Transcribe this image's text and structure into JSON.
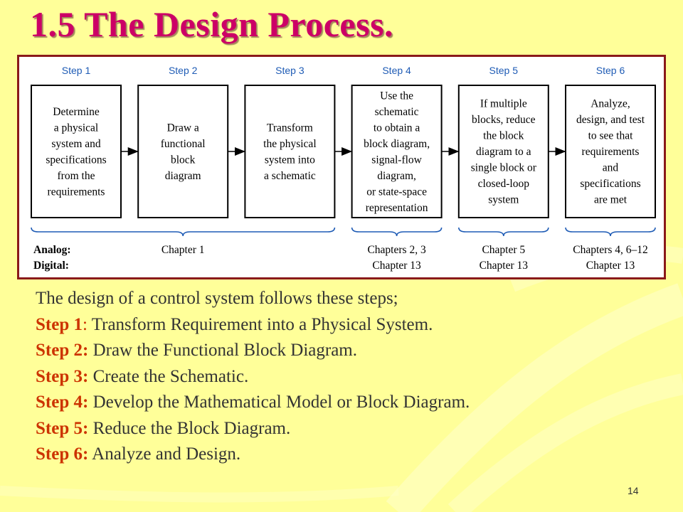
{
  "slide": {
    "title": "1.5 The Design Process.",
    "page_number": "14"
  },
  "diagram": {
    "steps": [
      {
        "label": "Step 1",
        "lines": [
          "Determine",
          "a physical",
          "system and",
          "specifications",
          "from the",
          "requirements"
        ]
      },
      {
        "label": "Step 2",
        "lines": [
          "Draw a",
          "functional",
          "block",
          "diagram"
        ]
      },
      {
        "label": "Step 3",
        "lines": [
          "Transform",
          "the physical",
          "system into",
          "a schematic"
        ]
      },
      {
        "label": "Step 4",
        "lines": [
          "Use the",
          "schematic",
          "to obtain a",
          "block diagram,",
          "signal-flow",
          "diagram,",
          "or state-space",
          "representation"
        ]
      },
      {
        "label": "Step 5",
        "lines": [
          "If multiple",
          "blocks, reduce",
          "the block",
          "diagram to a",
          "single block or",
          "closed-loop",
          "system"
        ]
      },
      {
        "label": "Step 6",
        "lines": [
          "Analyze,",
          "design, and test",
          "to see that",
          "requirements",
          "and",
          "specifications",
          "are met"
        ]
      }
    ],
    "row_labels": {
      "analog": "Analog:",
      "digital": "Digital:"
    },
    "chapters": [
      {
        "analog": "Chapter 1",
        "digital": ""
      },
      {
        "analog": "Chapters 2, 3",
        "digital": "Chapter 13"
      },
      {
        "analog": "Chapter 5",
        "digital": "Chapter 13"
      },
      {
        "analog": "Chapters 4, 6–12",
        "digital": "Chapter 13"
      }
    ]
  },
  "body": {
    "intro": "The design of a control system follows these steps;",
    "steps": [
      {
        "label": "Step 1",
        "sep": ":",
        "text": " Transform Requirement into a Physical System."
      },
      {
        "label": "Step 2:",
        "sep": "",
        "text": " Draw the Functional Block Diagram."
      },
      {
        "label": "Step 3:",
        "sep": "",
        "text": " Create the Schematic."
      },
      {
        "label": "Step 4:",
        "sep": "",
        "text": " Develop the Mathematical Model or Block Diagram."
      },
      {
        "label": "Step 5:",
        "sep": "",
        "text": " Reduce the Block Diagram."
      },
      {
        "label": "Step 6:",
        "sep": "",
        "text": " Analyze and Design."
      }
    ]
  },
  "colors": {
    "background": "#ffff99",
    "title": "#cc0066",
    "step_label": "#cc3300",
    "diagram_step": "#1e5bb5",
    "figure_border": "#8a1a1a"
  }
}
